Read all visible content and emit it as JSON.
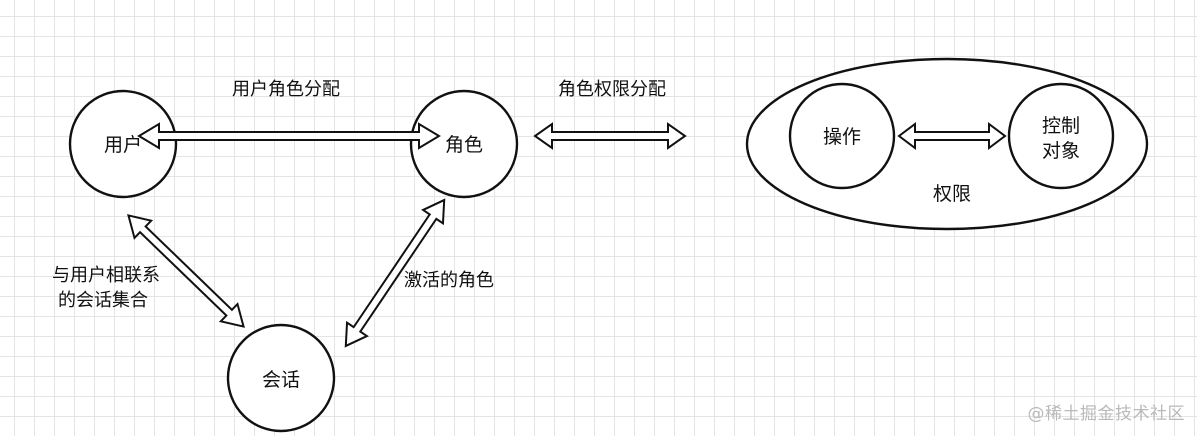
{
  "nodes": {
    "user": "用户",
    "role": "角色",
    "session": "会话",
    "operation": "操作",
    "control_object": [
      "控制",
      "对象"
    ],
    "permission": "权限"
  },
  "edges": {
    "user_role": "用户角色分配",
    "role_permission": "角色权限分配",
    "user_session": [
      "与用户相联系",
      "的会话集合"
    ],
    "session_role": "激活的角色"
  },
  "watermark": "@稀土掘金技术社区"
}
